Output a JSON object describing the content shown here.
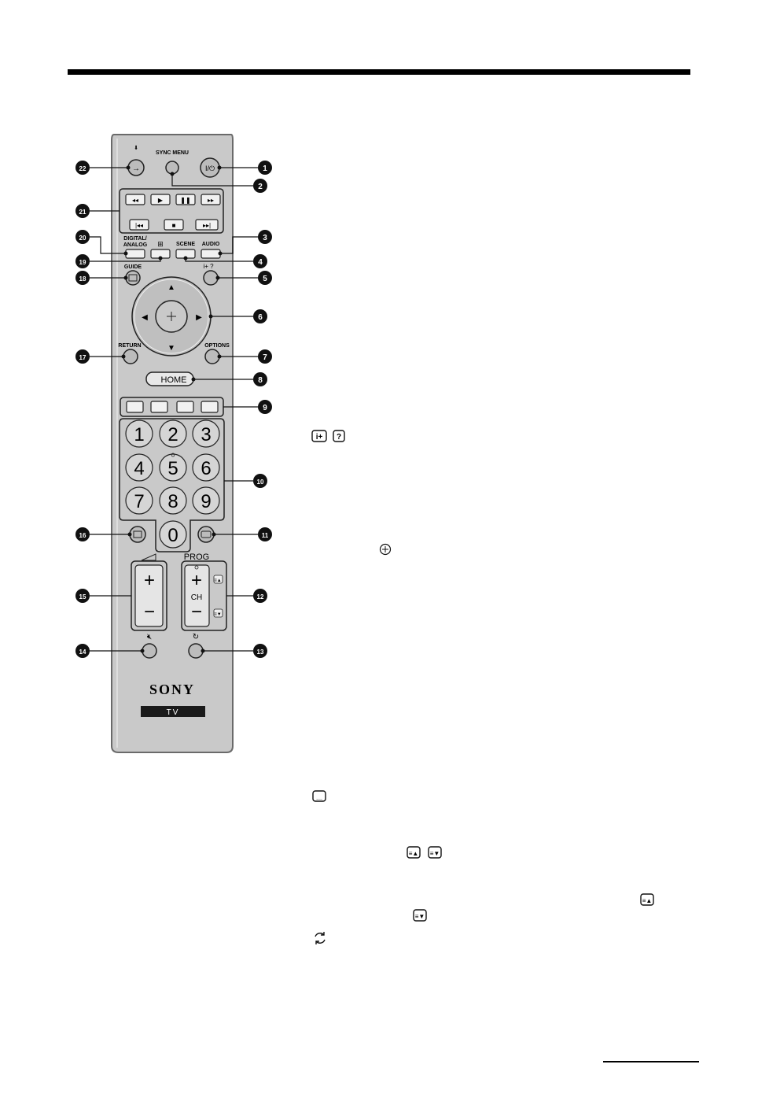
{
  "remote": {
    "labels": {
      "sync_menu": "SYNC MENU",
      "power": "I/⏻",
      "digital_analog_1": "DIGITAL/",
      "digital_analog_2": "ANALOG",
      "scene": "SCENE",
      "audio": "AUDIO",
      "guide": "GUIDE",
      "return": "RETURN",
      "options": "OPTIONS",
      "home": "HOME",
      "prog": "PROG",
      "ch": "CH",
      "brand": "SONY",
      "tv": "TV"
    },
    "digits": [
      "1",
      "2",
      "3",
      "4",
      "5",
      "6",
      "7",
      "8",
      "9",
      "0"
    ],
    "callouts": [
      "1",
      "2",
      "3",
      "4",
      "5",
      "6",
      "7",
      "8",
      "9",
      "10",
      "11",
      "12",
      "13",
      "14",
      "15",
      "16",
      "17",
      "18",
      "19",
      "20",
      "21",
      "22"
    ],
    "colors": {
      "body": "#c9c9c9",
      "body_edge": "#6a6a6a",
      "callout": "#111111",
      "brand_bar": "#1a1a1a"
    }
  },
  "icons": {
    "info_help": [
      "info-plus-icon",
      "help-icon"
    ],
    "ok_center": "ok-crosshair-icon",
    "subtitle": "subtitle-icon",
    "page_up_down": [
      "page-up-icon",
      "page-down-icon"
    ],
    "page_up": "page-up-icon",
    "page_down": "page-down-icon",
    "jump": "jump-icon"
  }
}
